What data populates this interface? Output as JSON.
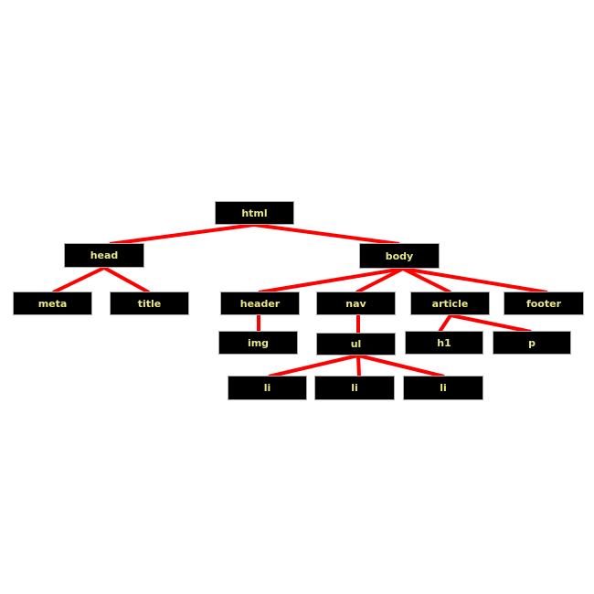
{
  "colors": {
    "edge": "#ff0000",
    "node_fill": "#000000",
    "node_text": "#e8e88a"
  },
  "nodes": {
    "html": "html",
    "head": "head",
    "body": "body",
    "meta": "meta",
    "title": "title",
    "header": "header",
    "nav": "nav",
    "article": "article",
    "footer": "footer",
    "img": "img",
    "ul": "ul",
    "h1": "h1",
    "p": "p",
    "li1": "li",
    "li2": "li",
    "li3": "li"
  },
  "edges": [
    [
      "html",
      "head"
    ],
    [
      "html",
      "body"
    ],
    [
      "head",
      "meta"
    ],
    [
      "head",
      "title"
    ],
    [
      "body",
      "header"
    ],
    [
      "body",
      "nav"
    ],
    [
      "body",
      "article"
    ],
    [
      "body",
      "footer"
    ],
    [
      "header",
      "img"
    ],
    [
      "nav",
      "ul"
    ],
    [
      "article",
      "h1"
    ],
    [
      "article",
      "p"
    ],
    [
      "ul",
      "li1"
    ],
    [
      "ul",
      "li2"
    ],
    [
      "ul",
      "li3"
    ]
  ]
}
